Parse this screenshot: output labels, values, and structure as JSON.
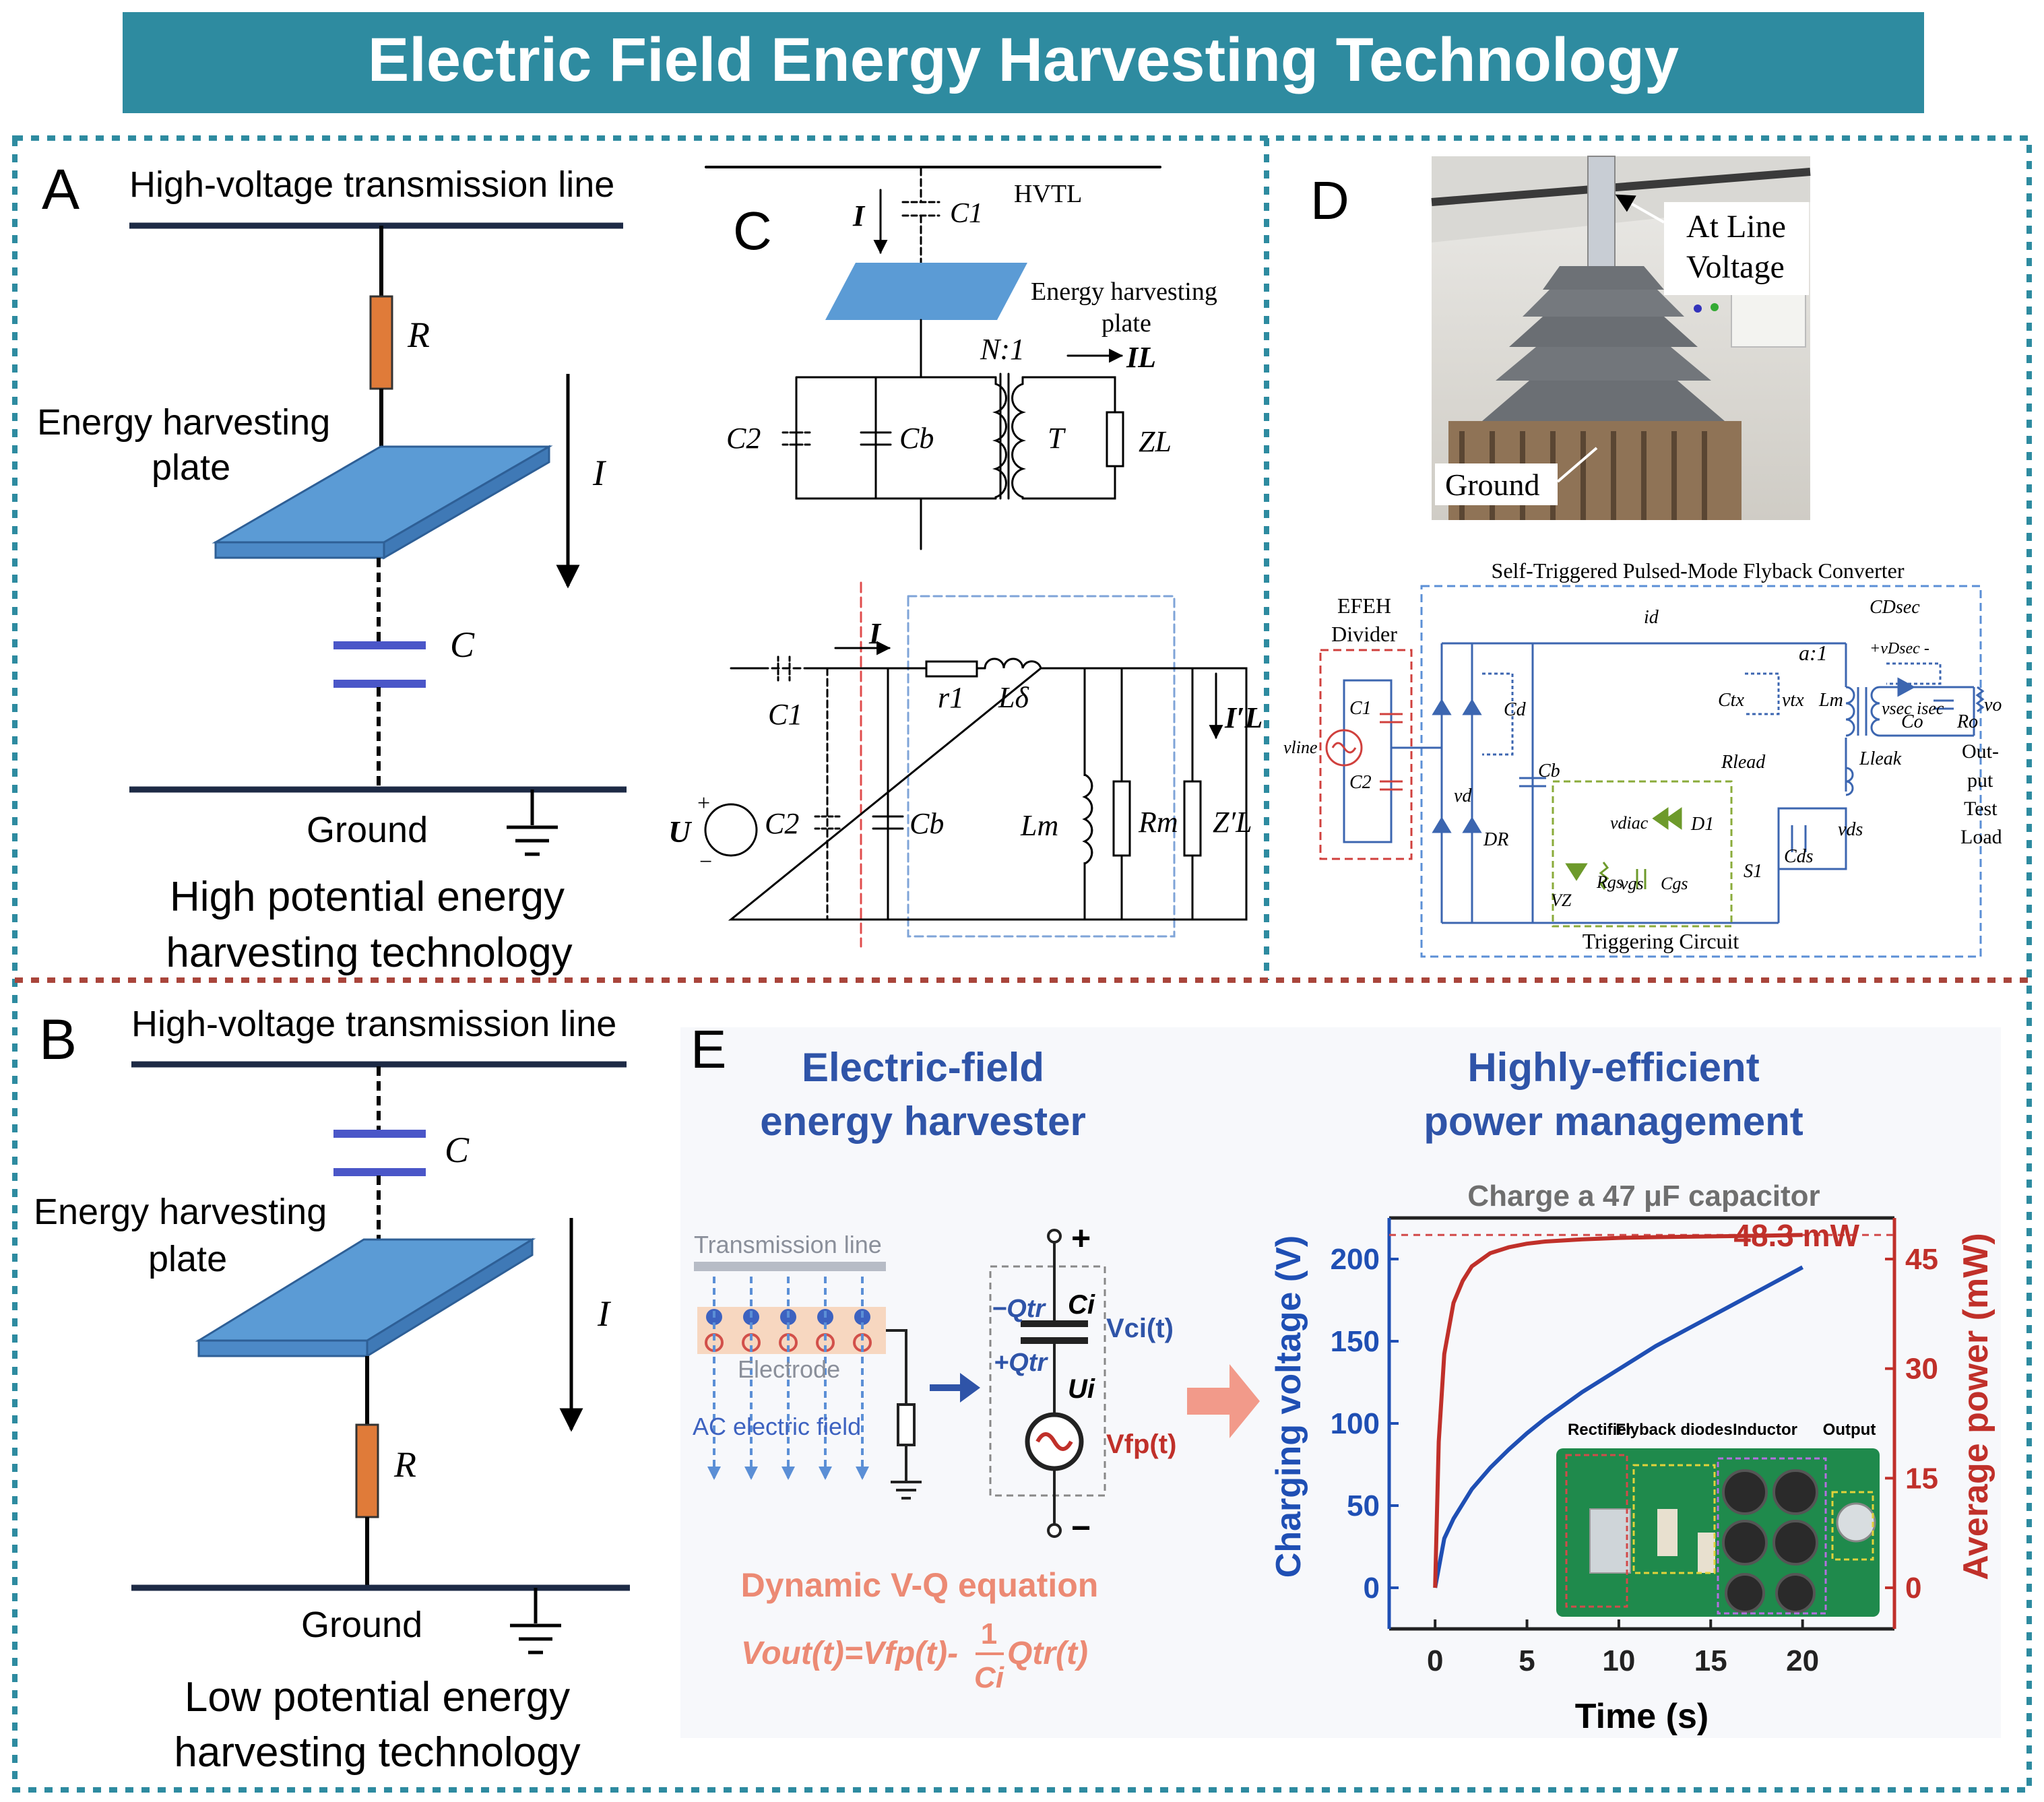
{
  "title": "Electric Field Energy Harvesting Technology",
  "colors": {
    "banner": "#2e8ba0",
    "border_teal": "#2e8ba0",
    "border_red": "#a9453b",
    "plate": "#5b9bd5",
    "resistor": "#e07b39",
    "capacitor": "#4a56c8",
    "line": "#1d2a45",
    "harvest_blue": "#2f54a8",
    "harvest_red": "#b0302a",
    "equation_salmon": "#ec8a74",
    "pcb_green": "#1f8a4c"
  },
  "panelA": {
    "letter": "A",
    "line_label": "High-voltage transmission line",
    "r_label": "R",
    "plate_label_1": "Energy harvesting",
    "plate_label_2": "plate",
    "i_label": "I",
    "c_label": "C",
    "ground_label": "Ground",
    "caption_1": "High potential energy",
    "caption_2": "harvesting technology"
  },
  "panelB": {
    "letter": "B",
    "line_label": "High-voltage transmission line",
    "c_label": "C",
    "plate_label_1": "Energy harvesting",
    "plate_label_2": "plate",
    "i_label": "I",
    "r_label": "R",
    "ground_label": "Ground",
    "caption_1": "Low potential energy",
    "caption_2": "harvesting technology"
  },
  "panelC": {
    "letter": "C",
    "hvtl": "HVTL",
    "i": "I",
    "c1": "C1",
    "plate_1": "Energy harvesting",
    "plate_2": "plate",
    "ratio": "N:1",
    "il": "IL",
    "c2": "C2",
    "cb": "Cb",
    "t": "T",
    "zl": "ZL",
    "r1": "r1",
    "ld": "Lδ",
    "ilp": "I′L",
    "u": "U",
    "lm": "Lm",
    "rm": "Rm",
    "zlp": "Z′L"
  },
  "panelD": {
    "letter": "D",
    "photo_label_1": "At Line",
    "photo_label_2": "Voltage",
    "ground": "Ground",
    "converter_title": "Self-Triggered Pulsed-Mode Flyback Converter",
    "efeh_1": "EFEH",
    "efeh_2": "Divider",
    "vline": "vline",
    "c1": "C1",
    "c2": "C2",
    "cd": "Cd",
    "vd": "vd",
    "dr": "DR",
    "cb": "Cb",
    "id": "id",
    "ratio": "a:1",
    "ctx": "Ctx",
    "vtx": "vtx",
    "lm": "Lm",
    "cdsec": "CDsec",
    "vdsec": "+vDsec -",
    "vsec": "vsec",
    "isec": "isec",
    "co": "Co",
    "ro": "Ro",
    "vo": "vo",
    "rlead": "Rlead",
    "lleak": "Lleak",
    "output_1": "Out-",
    "output_2": "put",
    "output_3": "Test",
    "output_4": "Load",
    "vdiac": "vdiac",
    "d1": "D1",
    "vds": "vds",
    "cds": "Cds",
    "s1": "S1",
    "vz": "VZ",
    "rgs": "Rgs",
    "vgs": "vgs",
    "cgs": "Cgs",
    "trigger": "Triggering Circuit"
  },
  "panelE": {
    "letter": "E",
    "left_title_1": "Electric-field",
    "left_title_2": "energy harvester",
    "right_title_1": "Highly-efficient",
    "right_title_2": "power management",
    "transmission_line": "Transmission line",
    "electrode": "Electrode",
    "ac_field": "AC electric field",
    "qtr_minus": "−Qtr",
    "qtr_plus": "+Qtr",
    "ci": "Ci",
    "ui": "Ui",
    "vci": "Vci(t)",
    "vfp": "Vfp(t)",
    "eq_title": "Dynamic V-Q equation",
    "eq_lhs": "Vout(t)=Vfp(t)-",
    "eq_num": "1",
    "eq_den": "Ci",
    "eq_rhs": "Qtr(t)",
    "pcb_labels": [
      "Rectifier",
      "Flyback diodes",
      "Inductor",
      "Output"
    ]
  },
  "chart_data": {
    "type": "line",
    "title": "Charge a 47 μF capacitor",
    "xlabel": "Time (s)",
    "ylabel": "Charging voltage (V)",
    "y2label": "Average power (mW)",
    "xlim": [
      -2.5,
      25
    ],
    "ylim": [
      -25,
      225
    ],
    "y2lim": [
      -5.625,
      50.625
    ],
    "xticks": [
      "0",
      "5",
      "10",
      "15",
      "20"
    ],
    "yticks": [
      "0",
      "50",
      "100",
      "150",
      "200"
    ],
    "y2ticks": [
      "0",
      "15",
      "30",
      "45"
    ],
    "annotation": "48.3 mW",
    "reference_y2": 48.3,
    "series": [
      {
        "axis": "y",
        "color": "#1f4fb4",
        "x": [
          0,
          0.5,
          1,
          2,
          3,
          4,
          5,
          6,
          7,
          8,
          9,
          10,
          11,
          12,
          13,
          14,
          15,
          16,
          17,
          18,
          19,
          20
        ],
        "values": [
          0,
          30,
          42,
          60,
          73,
          84,
          94,
          103,
          111,
          119,
          126,
          133,
          140,
          147,
          153,
          159,
          165,
          171,
          177,
          183,
          189,
          195
        ]
      },
      {
        "axis": "y2",
        "color": "#c0302a",
        "x": [
          0,
          0.2,
          0.5,
          1,
          1.5,
          2,
          3,
          4,
          5,
          6,
          8,
          10,
          12,
          15,
          18,
          20
        ],
        "values": [
          0,
          20,
          32,
          39,
          42,
          44,
          45.8,
          46.6,
          47.1,
          47.4,
          47.7,
          47.9,
          48.0,
          48.1,
          48.2,
          48.3
        ]
      }
    ]
  }
}
